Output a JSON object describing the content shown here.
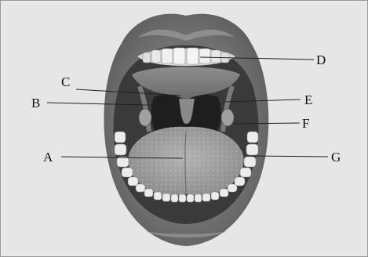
{
  "diagram": {
    "labels": {
      "A": "A",
      "B": "B",
      "C": "C",
      "D": "D",
      "E": "E",
      "F": "F",
      "G": "G"
    }
  }
}
